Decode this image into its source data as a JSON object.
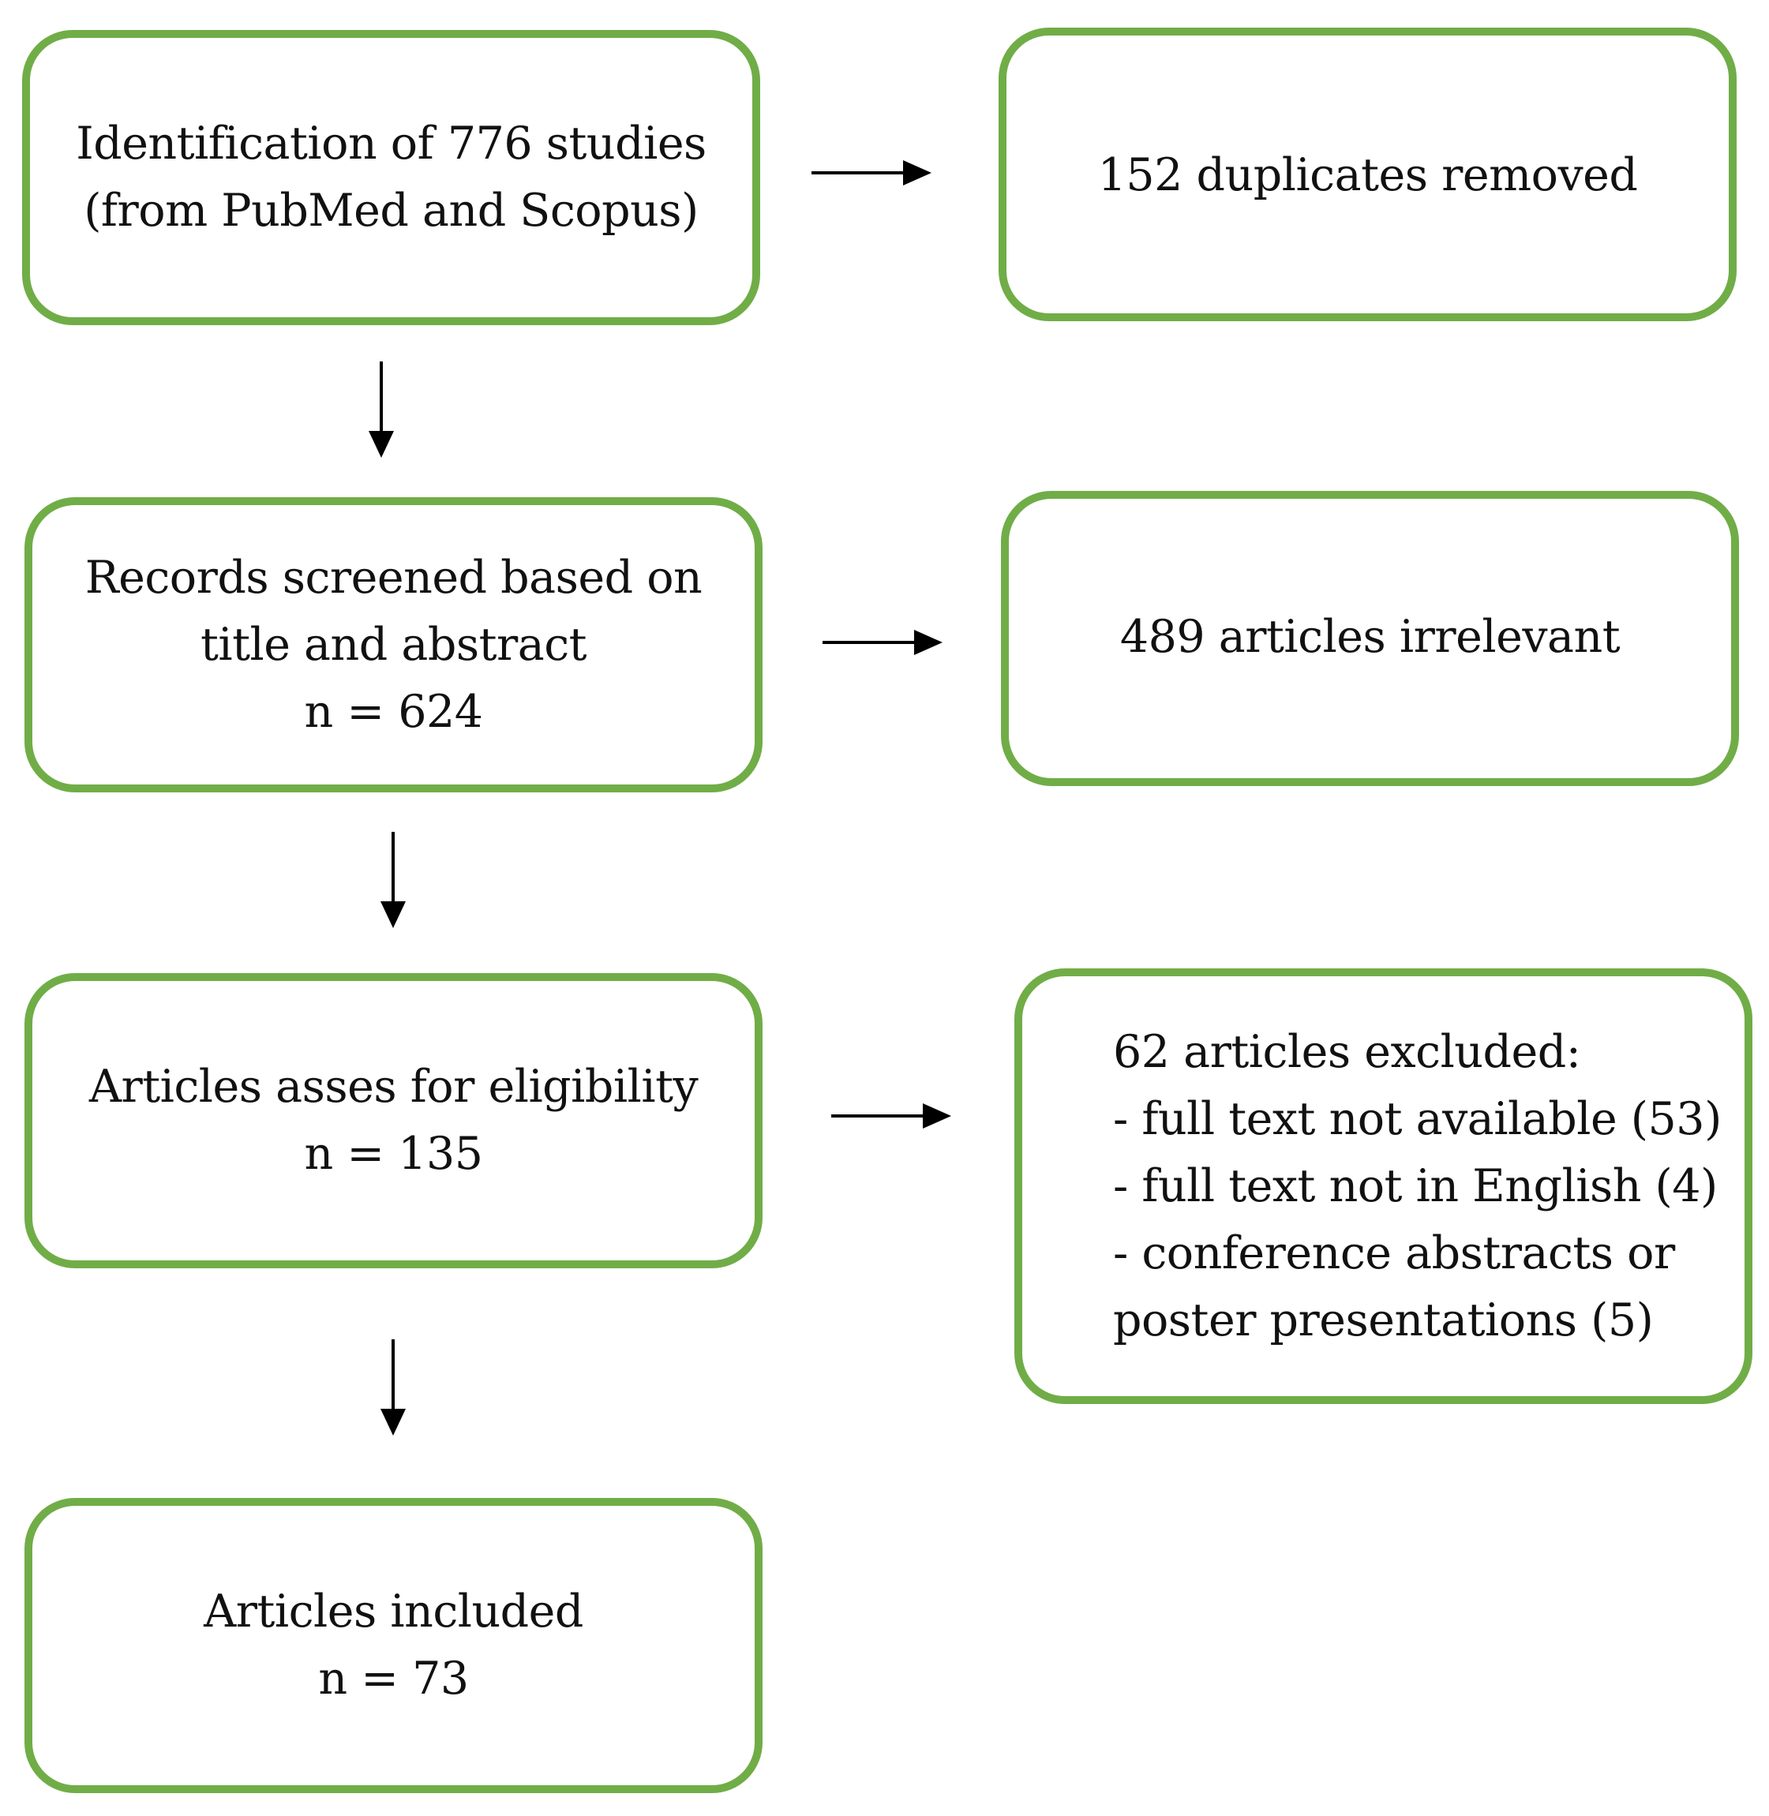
{
  "boxes": {
    "identification": {
      "lines": [
        "Identification of 776 studies",
        "(from PubMed and Scopus)"
      ]
    },
    "duplicates": {
      "lines": [
        "152 duplicates removed"
      ]
    },
    "screened": {
      "lines": [
        "Records screened based on",
        "title and abstract",
        "n = 624"
      ]
    },
    "irrelevant": {
      "lines": [
        "489 articles irrelevant"
      ]
    },
    "eligibility": {
      "lines": [
        "Articles asses for eligibility",
        "n = 135"
      ]
    },
    "excluded": {
      "lines": [
        "62 articles excluded:",
        "- full text not available (53)",
        "- full text not in English (4)",
        "- conference abstracts or",
        "poster presentations (5)"
      ]
    },
    "included": {
      "lines": [
        "Articles included",
        "n = 73"
      ]
    }
  },
  "colors": {
    "box_border": "#70ad47",
    "arrow": "#000000"
  }
}
